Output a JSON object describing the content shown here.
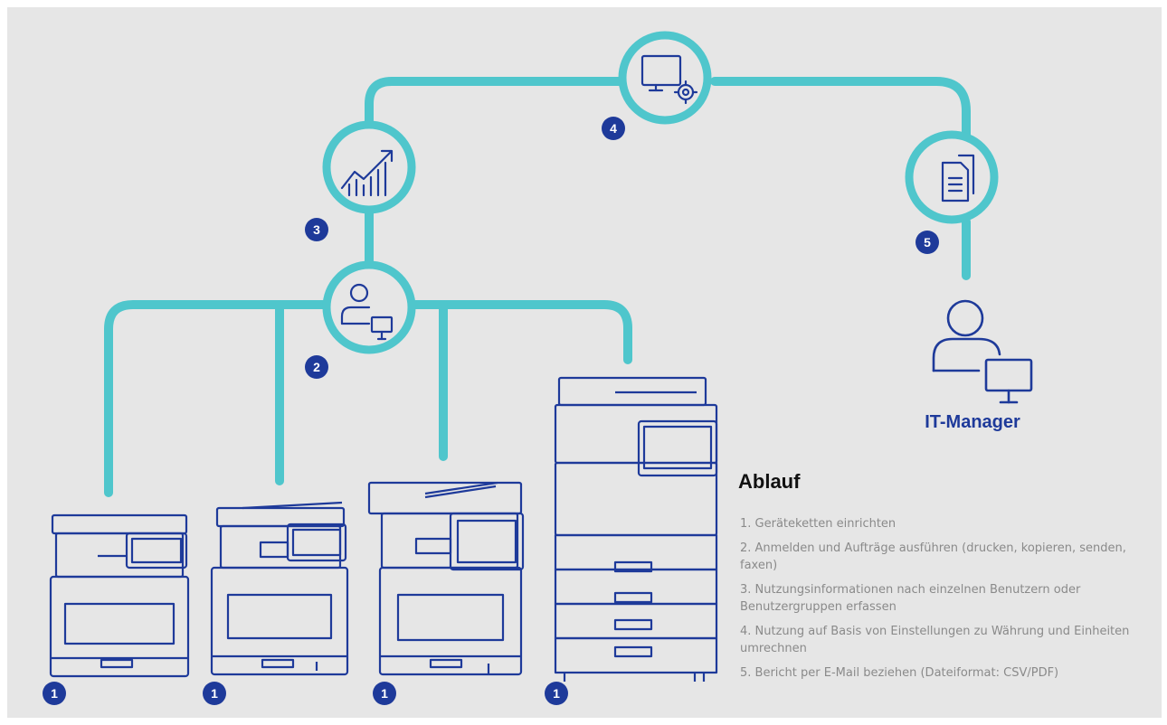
{
  "colors": {
    "background": "#e6e6e6",
    "connector": "#4fc6cc",
    "icon": "#1e3a9a",
    "badge": "#1e3a9a",
    "step_text": "#8a8a8a"
  },
  "nodes": [
    {
      "id": "monitor-gear",
      "icon": "monitor-gear-icon",
      "badge": "4"
    },
    {
      "id": "analytics",
      "icon": "growth-chart-icon",
      "badge": "3"
    },
    {
      "id": "user-login",
      "icon": "user-computer-icon",
      "badge": "2"
    },
    {
      "id": "report",
      "icon": "documents-icon",
      "badge": "5"
    }
  ],
  "devices": [
    {
      "id": "printer-1",
      "icon": "compact-mfp-icon",
      "badge": "1"
    },
    {
      "id": "printer-2",
      "icon": "compact-mfp-icon",
      "badge": "1"
    },
    {
      "id": "printer-3",
      "icon": "mfp-icon",
      "badge": "1"
    },
    {
      "id": "printer-4",
      "icon": "floor-mfp-icon",
      "badge": "1"
    }
  ],
  "role": {
    "label": "IT-Manager",
    "icon": "user-computer-icon"
  },
  "flow": {
    "heading": "Ablauf",
    "steps": [
      "1. Geräteketten einrichten",
      "2. Anmelden und Aufträge ausführen (drucken, kopieren, senden, faxen)",
      "3. Nutzungsinformationen nach einzelnen Benutzern oder Benutzergruppen erfassen",
      "4. Nutzung auf Basis von Einstellungen zu Währung und Einheiten umrechnen",
      "5. Bericht per E-Mail beziehen (Dateiformat: CSV/PDF)"
    ]
  }
}
